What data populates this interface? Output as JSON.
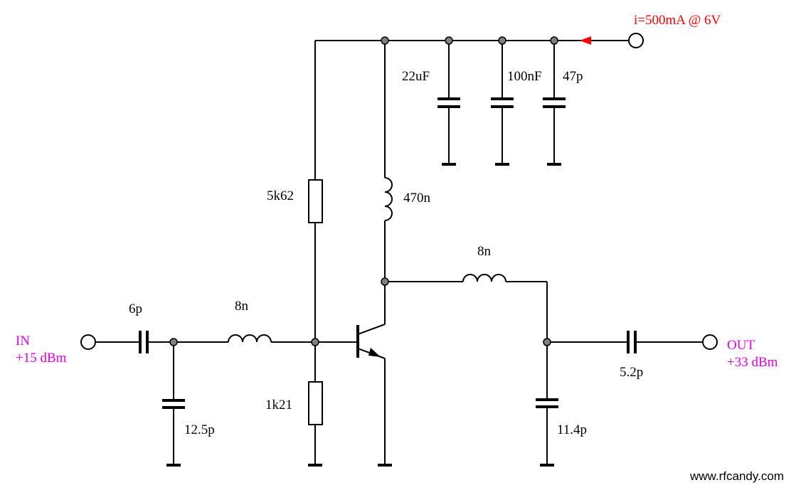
{
  "labels": {
    "supply": "i=500mA @ 6V",
    "in_port": "IN",
    "in_level": "+15 dBm",
    "out_port": "OUT",
    "out_level": "+33 dBm",
    "c_in_series": "6p",
    "c_in_shunt": "12.5p",
    "l_in": "8n",
    "r_bias_top": "5k62",
    "r_bias_bottom": "1k21",
    "l_choke": "470n",
    "l_out": "8n",
    "c_out_shunt": "11.4p",
    "c_out_series": "5.2p",
    "c_dec1": "22uF",
    "c_dec2": "100nF",
    "c_dec3": "47p",
    "watermark": "www.rfcandy.com"
  },
  "colors": {
    "wire": "#000000",
    "node": "#808080",
    "port_label": "#e000e0",
    "supply_label": "#ff0000",
    "supply_arrow": "#ff0000"
  }
}
